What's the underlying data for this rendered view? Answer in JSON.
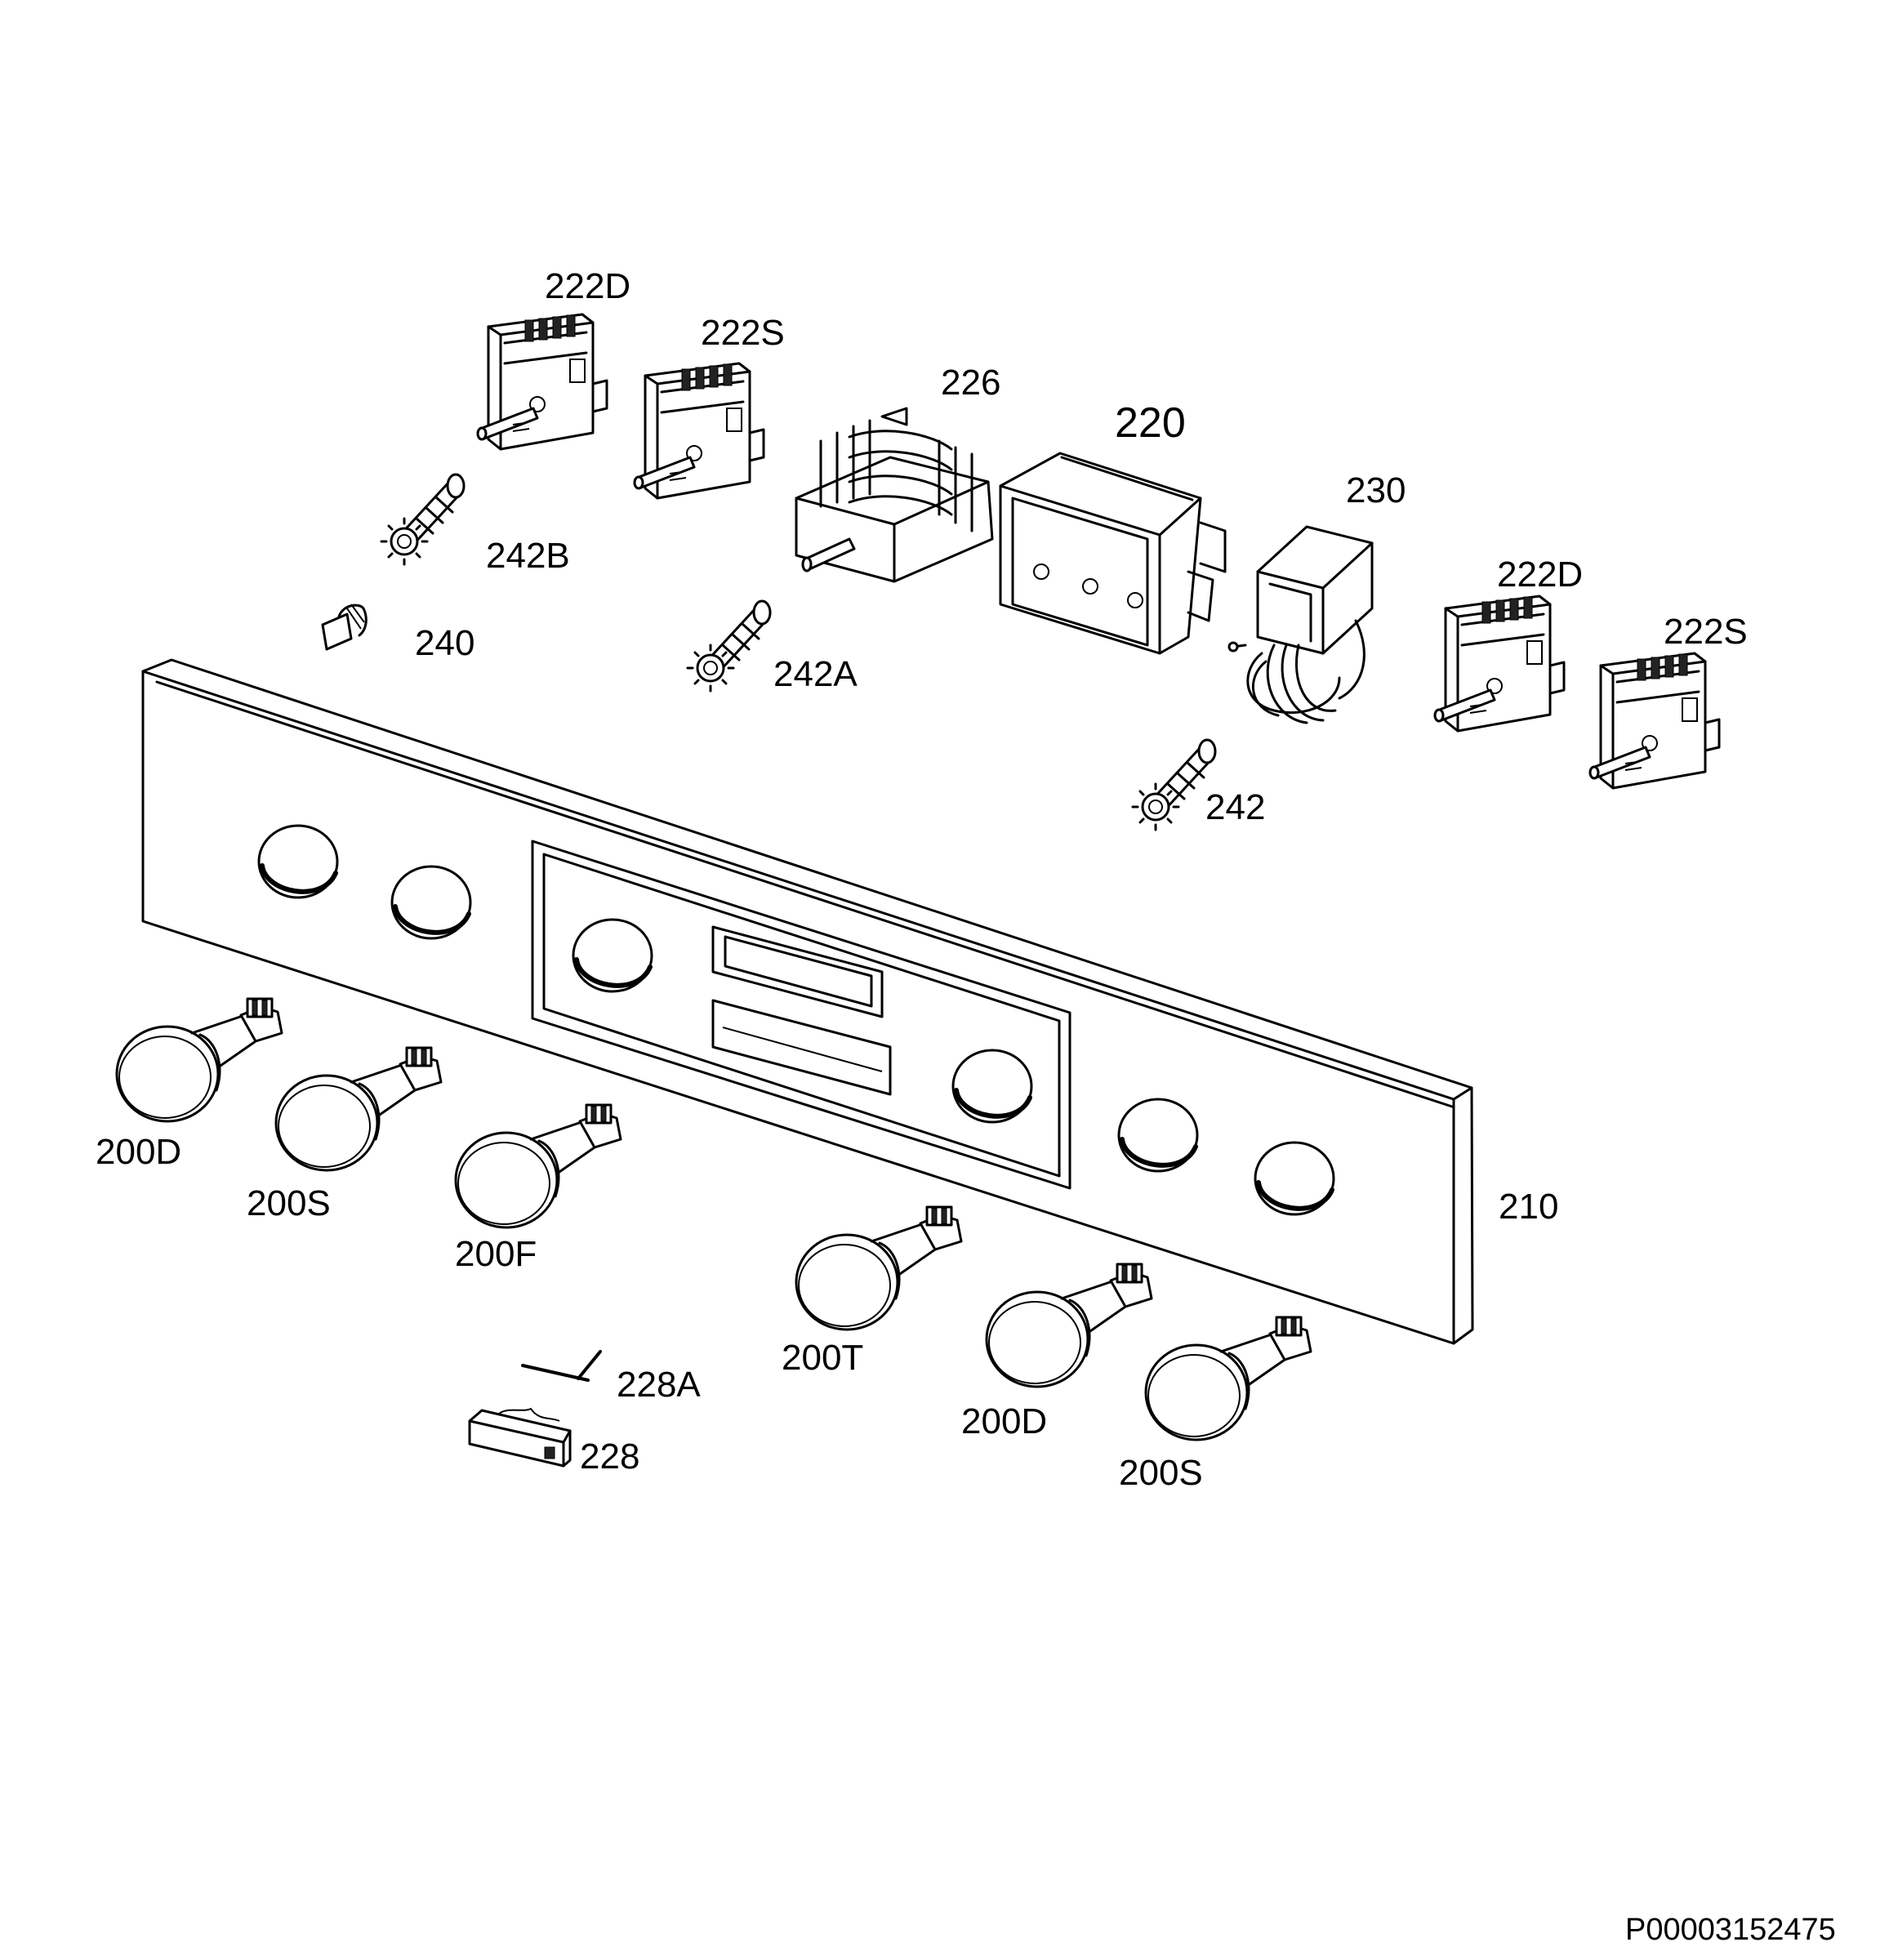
{
  "document_id": "P00003152475",
  "labels": {
    "l_222D_a": "222D",
    "l_222S_a": "222S",
    "l_226": "226",
    "l_220": "220",
    "l_230": "230",
    "l_222D_b": "222D",
    "l_222S_b": "222S",
    "l_242B": "242B",
    "l_240": "240",
    "l_242A": "242A",
    "l_242": "242",
    "l_210": "210",
    "l_200D_a": "200D",
    "l_200S_a": "200S",
    "l_200F": "200F",
    "l_200T": "200T",
    "l_200D_b": "200D",
    "l_200S_b": "200S",
    "l_228A": "228A",
    "l_228": "228"
  }
}
